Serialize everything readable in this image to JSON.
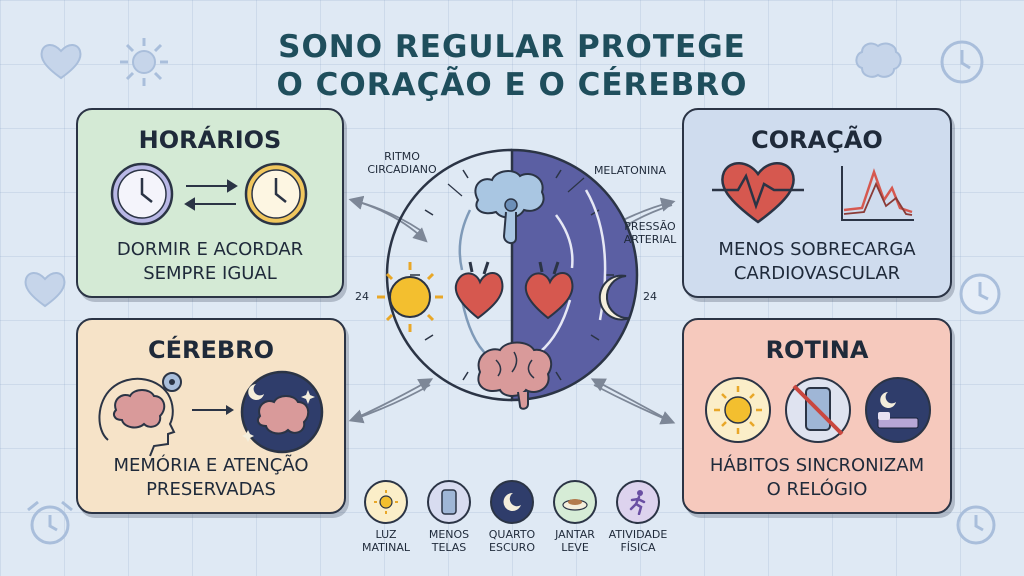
{
  "title": {
    "line1": "SONO REGULAR PROTEGE",
    "line2": "O CORAÇÃO E O CÉREBRO"
  },
  "cards": {
    "horarios": {
      "heading": "HORÁRIOS",
      "caption": "DORMIR E ACORDAR\nSEMPRE IGUAL"
    },
    "coracao": {
      "heading": "CORAÇÃO",
      "caption": "MENOS SOBRECARGA\nCARDIOVASCULAR"
    },
    "cerebro": {
      "heading": "CÉREBRO",
      "caption": "MEMÓRIA E ATENÇÃO\nPRESERVADAS"
    },
    "rotina": {
      "heading": "ROTINA",
      "caption": "HÁBITOS SINCRONIZAM\nO RELÓGIO"
    }
  },
  "cycle": {
    "ritmo": "RITMO\nCIRCADIANO",
    "melatonina": "MELATONINA",
    "pressao": "PRESSÃO\nARTERIAL",
    "left24": "24",
    "right24": "24"
  },
  "habits": [
    {
      "label": "LUZ\nMATINAL",
      "icon": "sun-icon",
      "color": "#fbeec8"
    },
    {
      "label": "MENOS\nTELAS",
      "icon": "phone-icon",
      "color": "#d8dcf0"
    },
    {
      "label": "QUARTO\nESCURO",
      "icon": "moon-icon",
      "color": "#2f3d6b"
    },
    {
      "label": "JANTAR\nLEVE",
      "icon": "plate-icon",
      "color": "#d6ecd6"
    },
    {
      "label": "ATIVIDADE\nFÍSICA",
      "icon": "runner-icon",
      "color": "#ddd3ee"
    }
  ],
  "colors": {
    "accent_title": "#1f4e5c",
    "night": "#5b5fa3",
    "heart": "#d6584f",
    "brain": "#d99a9a",
    "sun": "#f3bf2f"
  }
}
